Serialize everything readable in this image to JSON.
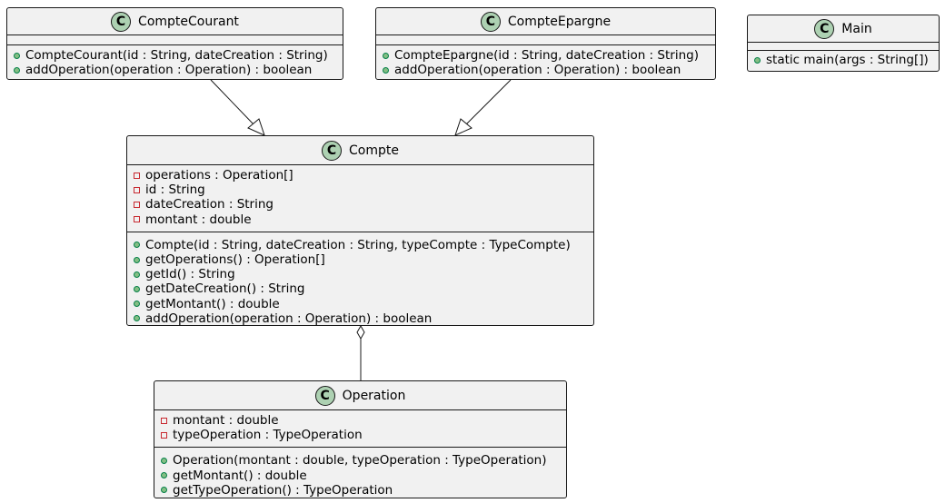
{
  "classes": [
    {
      "key": "compteCourant",
      "name": "CompteCourant",
      "stereotype_letter": "C",
      "attributes": [],
      "methods": [
        {
          "visibility": "public",
          "text": "CompteCourant(id : String, dateCreation : String)"
        },
        {
          "visibility": "public",
          "text": "addOperation(operation : Operation) : boolean"
        }
      ]
    },
    {
      "key": "compteEpargne",
      "name": "CompteEpargne",
      "stereotype_letter": "C",
      "attributes": [],
      "methods": [
        {
          "visibility": "public",
          "text": "CompteEpargne(id : String, dateCreation : String)"
        },
        {
          "visibility": "public",
          "text": "addOperation(operation : Operation) : boolean"
        }
      ]
    },
    {
      "key": "main",
      "name": "Main",
      "stereotype_letter": "C",
      "attributes": [],
      "methods": [
        {
          "visibility": "public",
          "text": "static main(args : String[])"
        }
      ]
    },
    {
      "key": "compte",
      "name": "Compte",
      "stereotype_letter": "C",
      "attributes": [
        {
          "visibility": "private",
          "text": "operations : Operation[]"
        },
        {
          "visibility": "private",
          "text": "id : String"
        },
        {
          "visibility": "private",
          "text": "dateCreation : String"
        },
        {
          "visibility": "private",
          "text": "montant : double"
        }
      ],
      "methods": [
        {
          "visibility": "public",
          "text": "Compte(id : String, dateCreation : String, typeCompte : TypeCompte)"
        },
        {
          "visibility": "public",
          "text": "getOperations() : Operation[]"
        },
        {
          "visibility": "public",
          "text": "getId() : String"
        },
        {
          "visibility": "public",
          "text": "getDateCreation() : String"
        },
        {
          "visibility": "public",
          "text": "getMontant() : double"
        },
        {
          "visibility": "public",
          "text": "addOperation(operation : Operation) : boolean"
        }
      ]
    },
    {
      "key": "operation",
      "name": "Operation",
      "stereotype_letter": "C",
      "attributes": [
        {
          "visibility": "private",
          "text": "montant : double"
        },
        {
          "visibility": "private",
          "text": "typeOperation : TypeOperation"
        }
      ],
      "methods": [
        {
          "visibility": "public",
          "text": "Operation(montant : double, typeOperation : TypeOperation)"
        },
        {
          "visibility": "public",
          "text": "getMontant() : double"
        },
        {
          "visibility": "public",
          "text": "getTypeOperation() : TypeOperation"
        }
      ]
    }
  ],
  "relations": [
    {
      "type": "generalization",
      "from": "CompteCourant",
      "to": "Compte"
    },
    {
      "type": "generalization",
      "from": "CompteEpargne",
      "to": "Compte"
    },
    {
      "type": "aggregation",
      "from": "Compte",
      "to": "Operation"
    }
  ],
  "colors": {
    "class_fill": "#f1f1f1",
    "border": "#181818",
    "stereotype_circle": "#add1b2",
    "public_marker": "#84be84",
    "private_marker": "#c82930"
  }
}
